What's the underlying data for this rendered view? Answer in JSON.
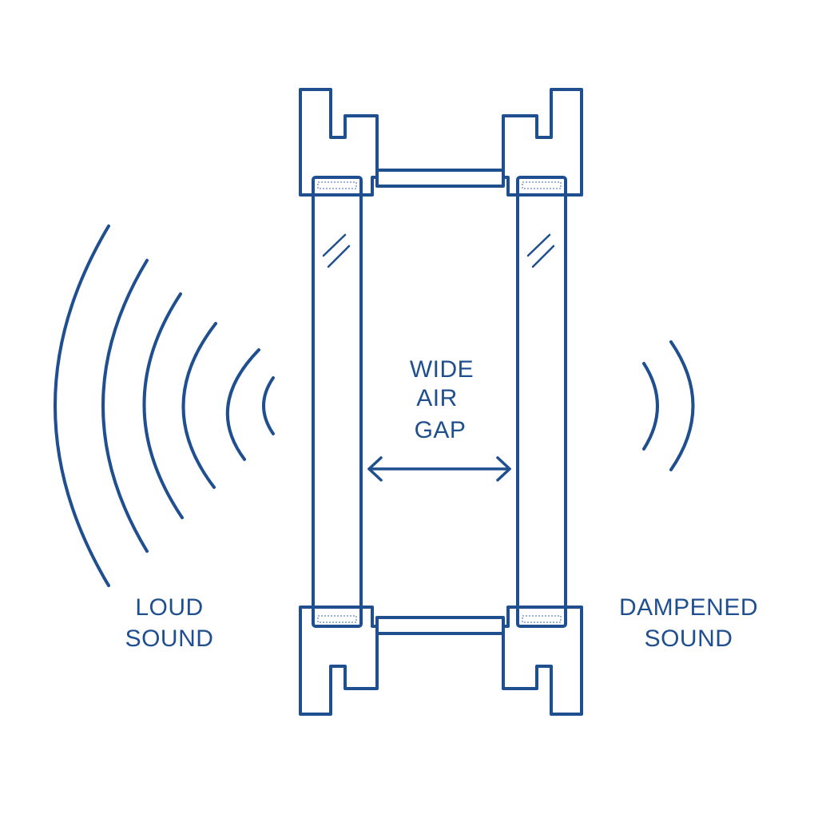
{
  "colors": {
    "line": "#1f4f8f",
    "background": "#ffffff",
    "seal": "#7a9cc8"
  },
  "labels": {
    "gap": [
      "WIDE",
      "AIR",
      "GAP"
    ],
    "left": [
      "LOUD",
      "SOUND"
    ],
    "right": [
      "DAMPENED",
      "SOUND"
    ]
  },
  "icons": {
    "gap_arrow": "double-headed-arrow-icon",
    "glass_shine": "glass-reflection-icon"
  }
}
